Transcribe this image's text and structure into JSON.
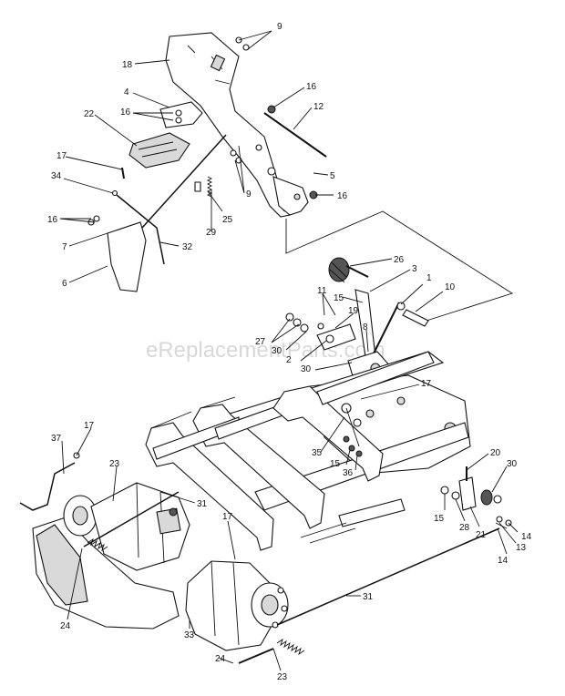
{
  "watermark": "eReplacementParts.com",
  "callouts": {
    "c1": "1",
    "c2": "2",
    "c3": "3",
    "c4": "4",
    "c5": "5",
    "c6": "6",
    "c7": "7",
    "c8": "8",
    "c9a": "9",
    "c9b": "9",
    "c10": "10",
    "c11": "11",
    "c12": "12",
    "c13": "13",
    "c14a": "14",
    "c14b": "14",
    "c15a": "15",
    "c15b": "15",
    "c15c": "15",
    "c16a": "16",
    "c16b": "16",
    "c16c": "16",
    "c16d": "16",
    "c17a": "17",
    "c17b": "17",
    "c17c": "17",
    "c17d": "17",
    "c18": "18",
    "c19": "19",
    "c20": "20",
    "c21": "21",
    "c22": "22",
    "c23a": "23",
    "c23b": "23",
    "c24a": "24",
    "c24b": "24",
    "c25": "25",
    "c26": "26",
    "c27": "27",
    "c28": "28",
    "c29": "29",
    "c30a": "30",
    "c30b": "30",
    "c30c": "30",
    "c31a": "31",
    "c31b": "31",
    "c32": "32",
    "c33": "33",
    "c34": "34",
    "c35": "35",
    "c36": "36",
    "c37": "37"
  }
}
